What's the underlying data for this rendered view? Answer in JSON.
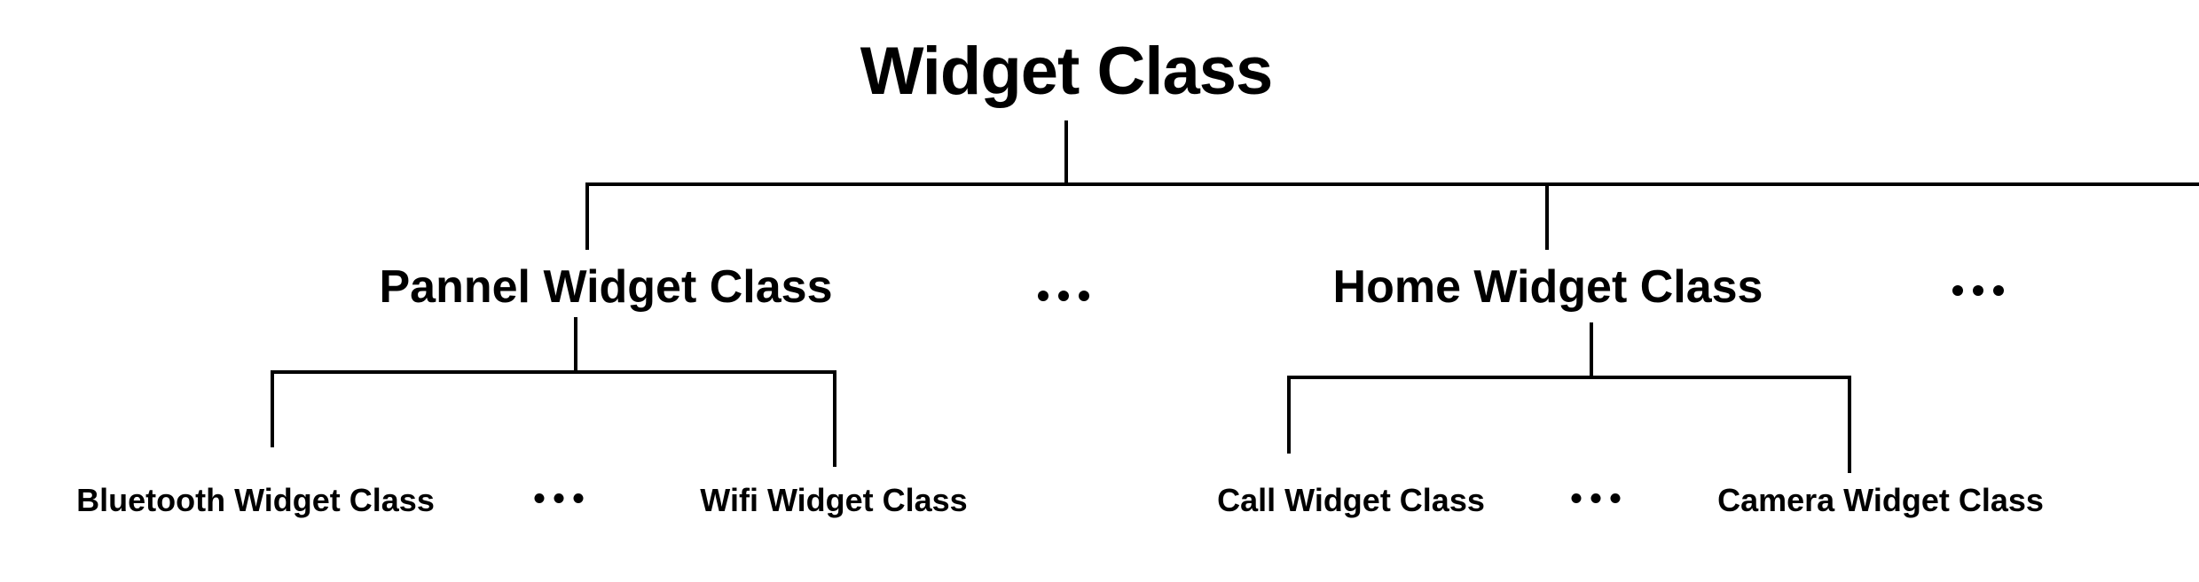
{
  "root": {
    "label": "Widget Class"
  },
  "level1": {
    "pannel": {
      "label": "Pannel Widget Class"
    },
    "home": {
      "label": "Home Widget Class"
    }
  },
  "level2": {
    "bluetooth": {
      "label": "Bluetooth Widget Class"
    },
    "wifi": {
      "label": "Wifi Widget Class"
    },
    "call": {
      "label": "Call Widget Class"
    },
    "camera": {
      "label": "Camera Widget Class"
    }
  },
  "ellipsis_icon": "ellipsis-icon"
}
